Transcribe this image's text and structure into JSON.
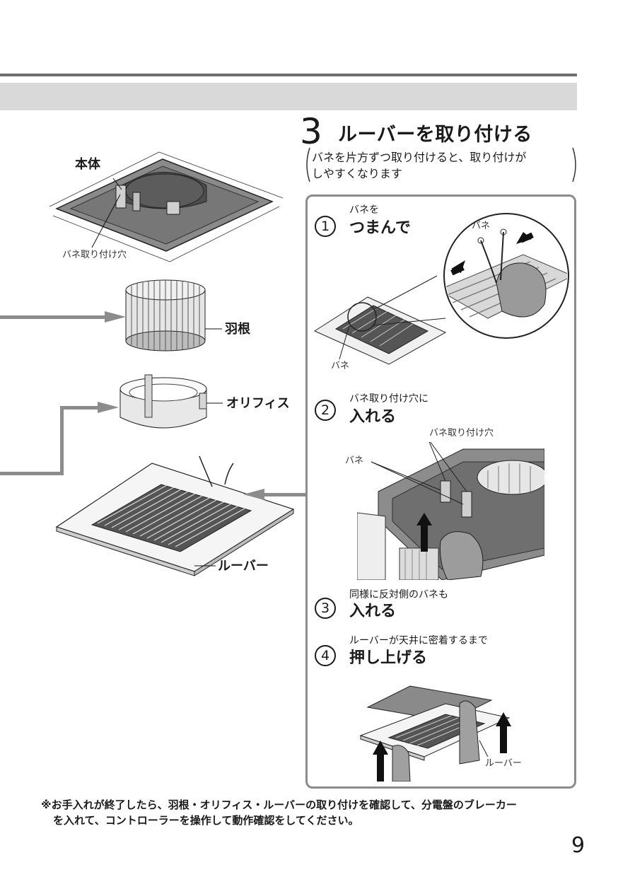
{
  "step": {
    "number": "3",
    "title": "ルーバーを取り付ける",
    "note_line1": "バネを片方ずつ取り付けると、取り付けが",
    "note_line2": "しやすくなります"
  },
  "parts": {
    "body_label": "本体",
    "spring_hole_label": "バネ取り付け穴",
    "fan_label": "羽根",
    "orifice_label": "オリフィス",
    "louver_label": "ルーバー"
  },
  "substeps": [
    {
      "marker": "1",
      "subtitle": "バネを",
      "title": "つまんで"
    },
    {
      "marker": "2",
      "subtitle": "バネ取り付け穴に",
      "title": "入れる"
    },
    {
      "marker": "3",
      "subtitle": "同様に反対側のバネも",
      "title": "入れる"
    },
    {
      "marker": "4",
      "subtitle": "ルーバーが天井に密着するまで",
      "title": "押し上げる"
    }
  ],
  "figure_labels": {
    "spring_zoom": "バネ",
    "spring_bottom": "バネ",
    "spring_hole": "バネ取り付け穴",
    "spring_left": "バネ",
    "louver": "ルーバー"
  },
  "footnote": {
    "line1": "※お手入れが終了したら、羽根・オリフィス・ルーバーの取り付けを確認して、分電盤のブレーカー",
    "line2": "を入れて、コントローラーを操作して動作確認をしてください。"
  },
  "page_number": "9"
}
